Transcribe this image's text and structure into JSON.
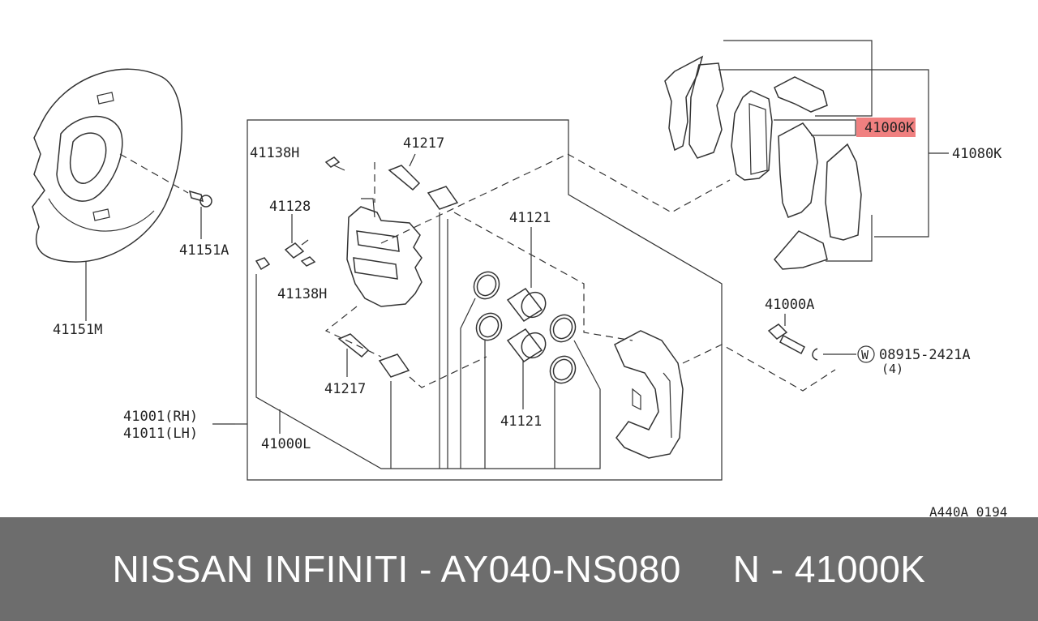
{
  "colors": {
    "highlight": "#f08080",
    "footer_bg": "#6d6d6d",
    "line": "#333333"
  },
  "labels": {
    "p41151M": "41151M",
    "p41151A": "41151A",
    "p41138H_top": "41138H",
    "p41217_top": "41217",
    "p41128": "41128",
    "p41138H_mid": "41138H",
    "p41121_top": "41121",
    "p41217_bot": "41217",
    "p41121_bot": "41121",
    "p41001": "41001(RH)",
    "p41011": "41011(LH)",
    "p41000L": "41000L",
    "p41000K": "41000K",
    "p41080K": "41080K",
    "p41000A": "41000A",
    "washer_symbol": "W",
    "p08915": "08915-2421A",
    "qty": "(4)",
    "figure_code": "A440A 0194"
  },
  "footer": {
    "left": "NISSAN INFINITI - AY040-NS080",
    "right": "N - 41000K"
  }
}
